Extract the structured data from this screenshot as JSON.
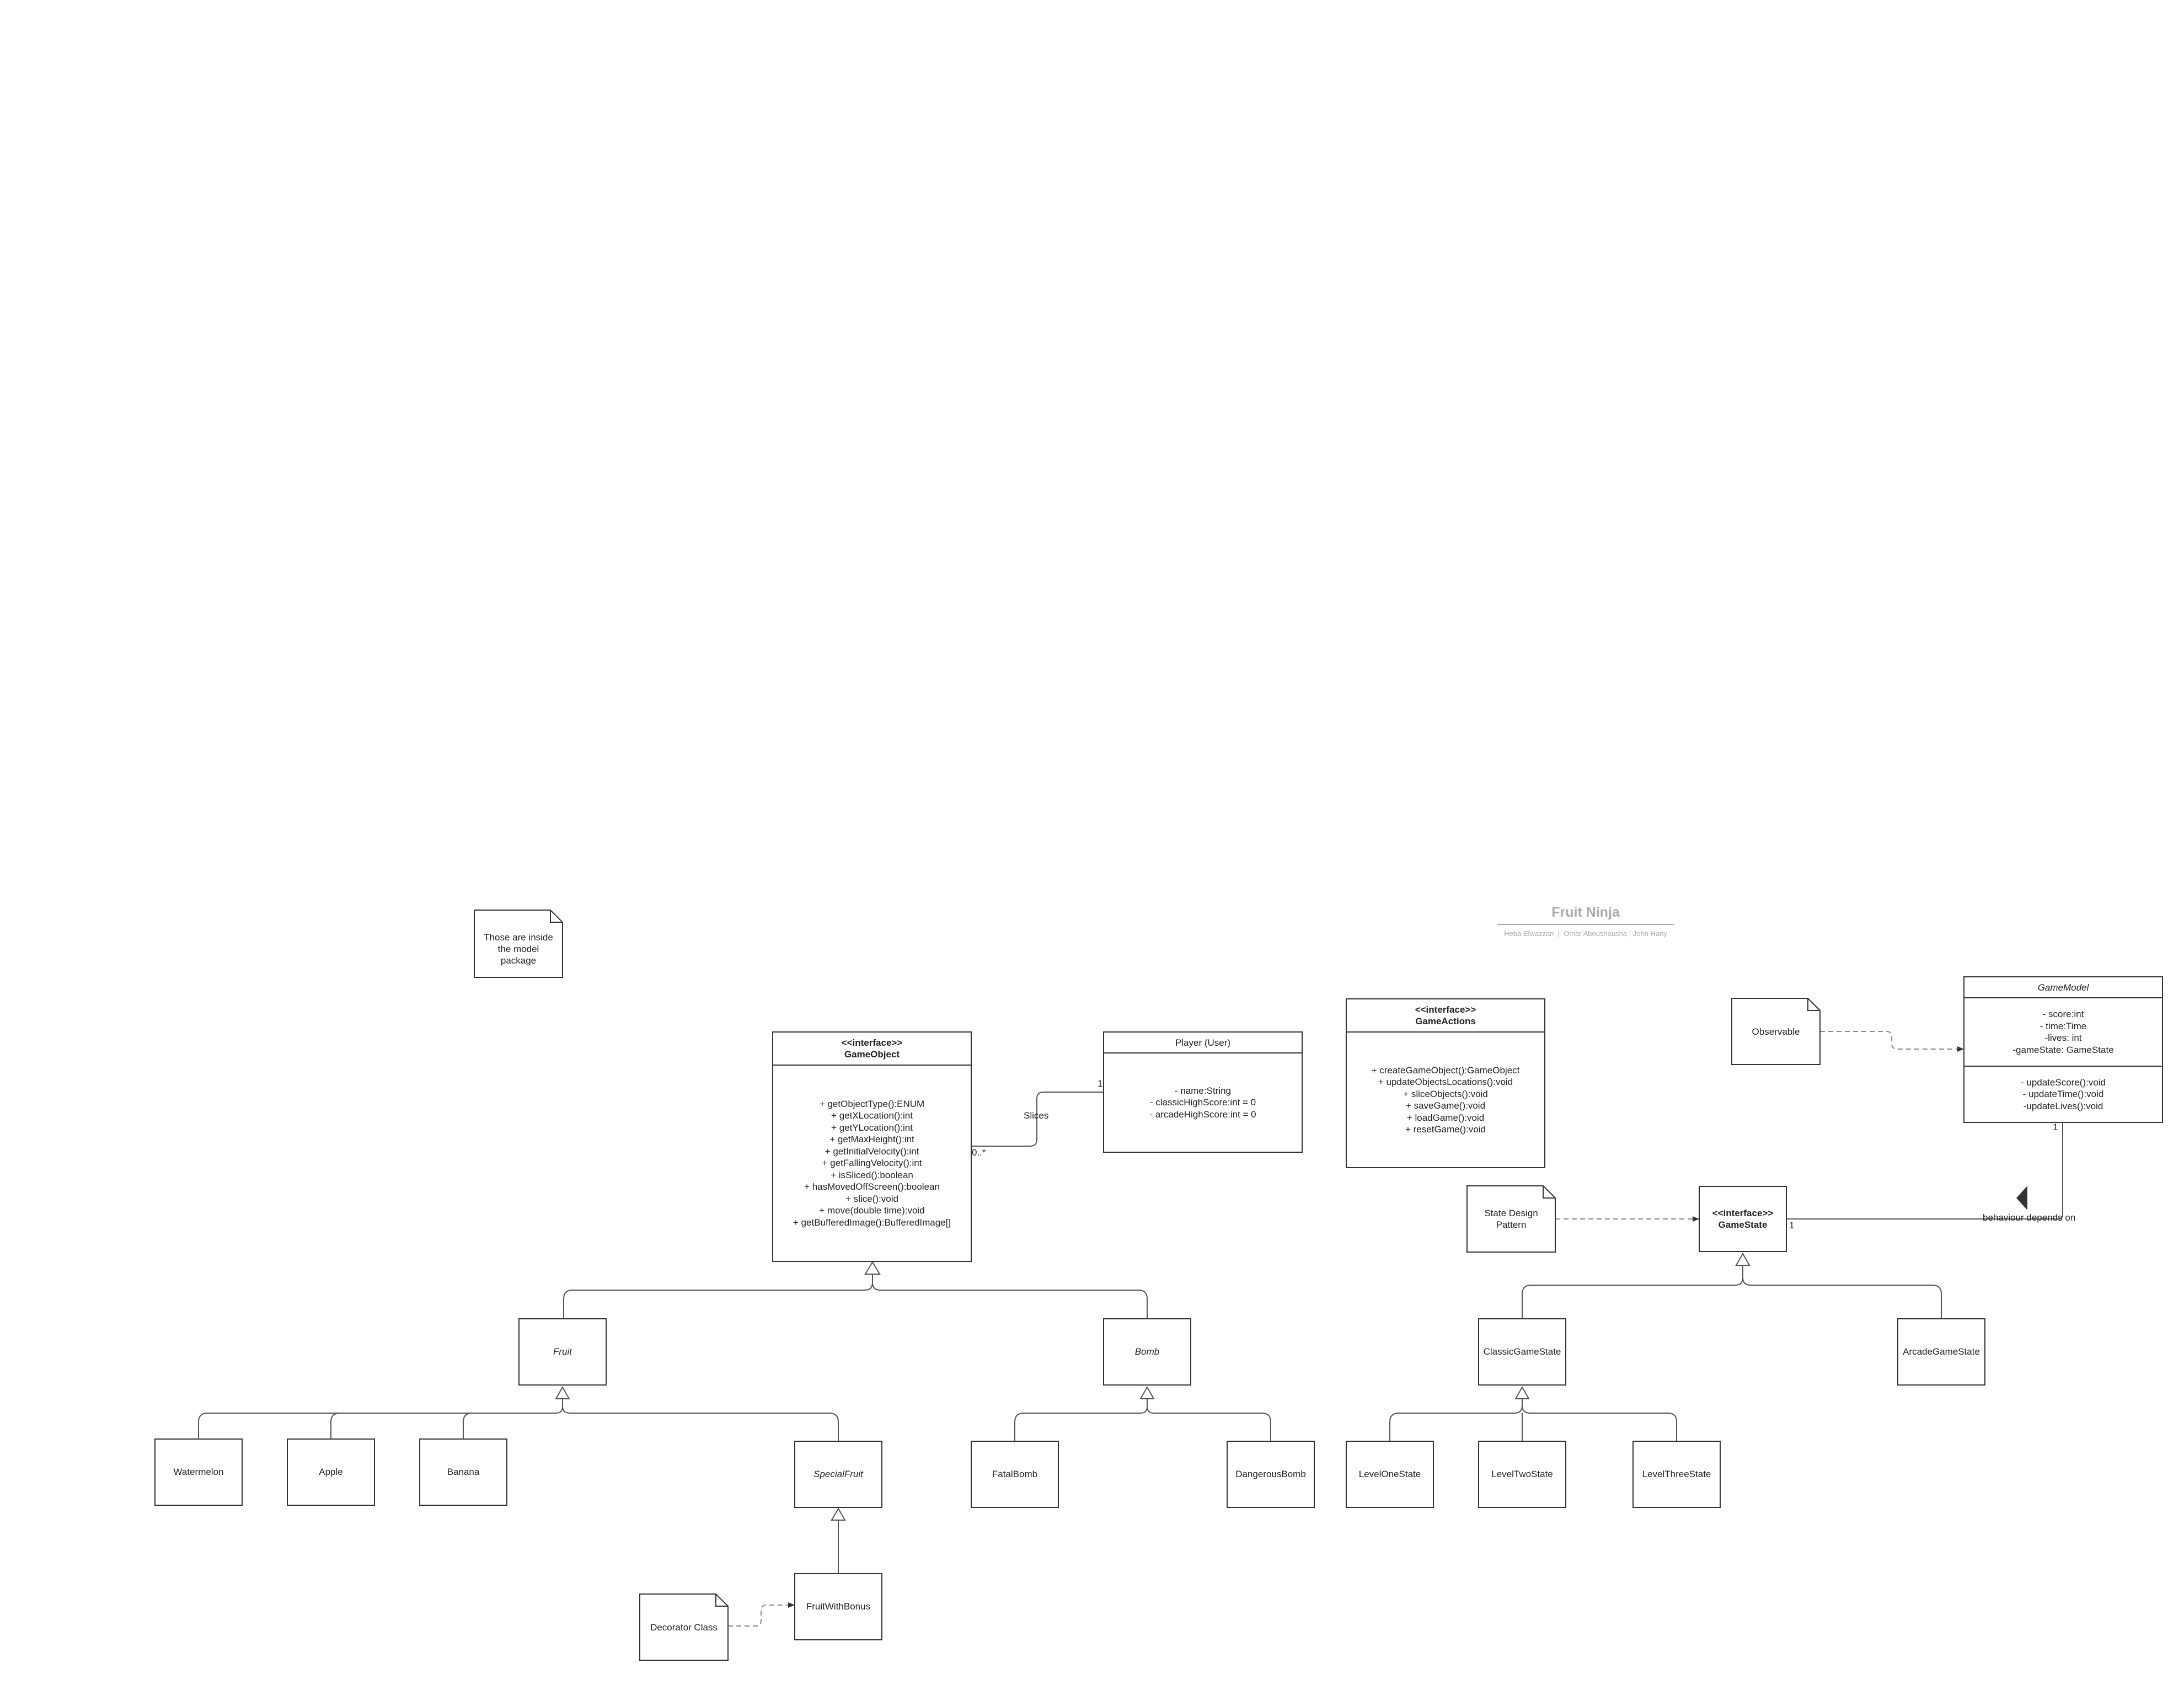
{
  "title": {
    "name": "Fruit Ninja",
    "authors": [
      "Heba Elwazzan",
      "Omar Aboushousha",
      "John Hany"
    ]
  },
  "notes": {
    "model_package": "Those are inside the model package",
    "observable": "Observable",
    "state_pattern": "State Design Pattern",
    "decorator": "Decorator Class"
  },
  "classes": {
    "game_object": {
      "stereotype": "<<interface>>",
      "name": "GameObject",
      "methods": [
        "+ getObjectType():ENUM",
        "+ getXLocation():int",
        "+ getYLocation():int",
        "+ getMaxHeight():int",
        "+ getInitialVelocity():int",
        "+ getFallingVelocity():int",
        "+ isSliced():boolean",
        "+ hasMovedOffScreen():boolean",
        "+ slice():void",
        "+ move(double time):void",
        "+ getBufferedImage():BufferedImage[]"
      ]
    },
    "player": {
      "name": "Player (User)",
      "attributes": [
        "- name:String",
        "- classicHighScore:int = 0",
        "- arcadeHighScore:int = 0"
      ]
    },
    "game_actions": {
      "stereotype": "<<interface>>",
      "name": "GameActions",
      "methods": [
        "+ createGameObject():GameObject",
        "+ updateObjectsLocations():void",
        "+ sliceObjects():void",
        "+ saveGame():void",
        "+ loadGame():void",
        "+ resetGame():void"
      ]
    },
    "game_model": {
      "name": "GameModel",
      "attributes": [
        "- score:int",
        "- time:Time",
        "-lives: int",
        "-gameState: GameState"
      ],
      "methods": [
        "- updateScore():void",
        "- updateTime():void",
        "-updateLives():void"
      ]
    },
    "game_state": {
      "stereotype": "<<interface>>",
      "name": "GameState"
    },
    "fruit": "Fruit",
    "bomb": "Bomb",
    "watermelon": "Watermelon",
    "apple": "Apple",
    "banana": "Banana",
    "special_fruit": "SpecialFruit",
    "fruit_with_bonus": "FruitWithBonus",
    "fatal_bomb": "FatalBomb",
    "dangerous_bomb": "DangerousBomb",
    "classic_state": "ClassicGameState",
    "arcade_state": "ArcadeGameState",
    "level_one": "LevelOneState",
    "level_two": "LevelTwoState",
    "level_three": "LevelThreeState"
  },
  "connectors": {
    "slices_label": "Slices",
    "slices_mult_object": "0..*",
    "slices_mult_player": "1",
    "behaviour_label": "behaviour depends on",
    "behaviour_mult_model": "1",
    "behaviour_mult_state": "1"
  },
  "colors": {
    "line": "#333333",
    "dashed": "#888888",
    "title_gray": "#a9aab2"
  }
}
